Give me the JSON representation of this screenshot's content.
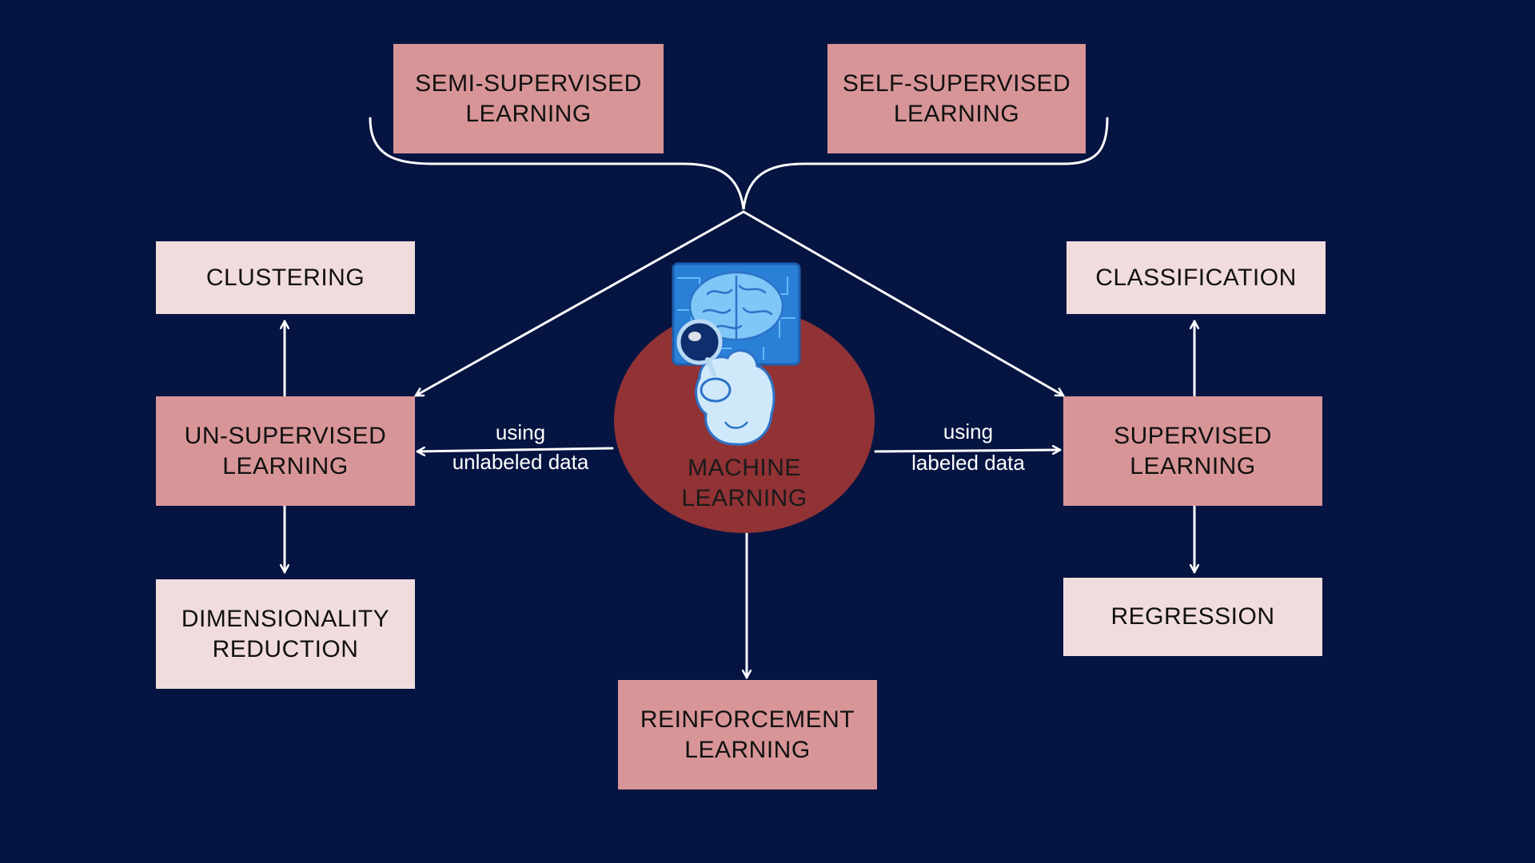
{
  "diagram": {
    "center": {
      "label": "MACHINE\nLEARNING",
      "icon": "brain-detective-mascot-icon"
    },
    "nodes": {
      "semi_supervised": "SEMI-SUPERVISED\nLEARNING",
      "self_supervised": "SELF-SUPERVISED\nLEARNING",
      "unsupervised": "UN-SUPERVISED\nLEARNING",
      "supervised": "SUPERVISED\nLEARNING",
      "reinforcement": "REINFORCEMENT\nLEARNING",
      "clustering": "CLUSTERING",
      "dimensionality_reduction": "DIMENSIONALITY\nREDUCTION",
      "classification": "CLASSIFICATION",
      "regression": "REGRESSION"
    },
    "edges": {
      "to_unsupervised_line1": "using",
      "to_unsupervised_line2": "unlabeled data",
      "to_supervised_line1": "using",
      "to_supervised_line2": "labeled data"
    }
  },
  "colors": {
    "background": "#061442",
    "primary_box": "#d89597",
    "secondary_box": "#f1dcdd",
    "center_ellipse": "#913235",
    "connector": "#ffffff"
  }
}
